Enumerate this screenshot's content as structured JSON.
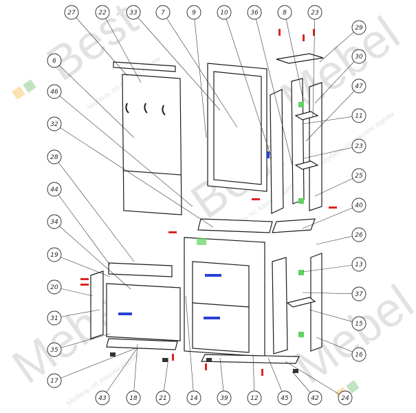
{
  "callouts": [
    {
      "label": "27"
    },
    {
      "label": "22"
    },
    {
      "label": "33"
    },
    {
      "label": "7"
    },
    {
      "label": "9"
    },
    {
      "label": "10"
    },
    {
      "label": "36"
    },
    {
      "label": "8"
    },
    {
      "label": "23"
    },
    {
      "label": "29"
    },
    {
      "label": "30"
    },
    {
      "label": "47"
    },
    {
      "label": "11"
    },
    {
      "label": "23"
    },
    {
      "label": "25"
    },
    {
      "label": "40"
    },
    {
      "label": "26"
    },
    {
      "label": "13"
    },
    {
      "label": "37"
    },
    {
      "label": "15"
    },
    {
      "label": "16"
    },
    {
      "label": "6"
    },
    {
      "label": "46"
    },
    {
      "label": "32"
    },
    {
      "label": "28"
    },
    {
      "label": "44"
    },
    {
      "label": "34"
    },
    {
      "label": "19"
    },
    {
      "label": "20"
    },
    {
      "label": "31"
    },
    {
      "label": "35"
    },
    {
      "label": "17"
    },
    {
      "label": "43"
    },
    {
      "label": "18"
    },
    {
      "label": "21"
    },
    {
      "label": "14"
    },
    {
      "label": "39"
    },
    {
      "label": "12"
    },
    {
      "label": "45"
    },
    {
      "label": "42"
    },
    {
      "label": "24"
    }
  ],
  "watermark": {
    "brand_text": "Best",
    "brand_text_2": "Mebel",
    "slogan": "Мебель по вашим идеям"
  },
  "colors": {
    "line": "#1a1a1a",
    "accent_green": "#5fd35f",
    "accent_red": "#d22",
    "accent_blue": "#2a3fd6",
    "accent_orange": "#f5a623"
  }
}
